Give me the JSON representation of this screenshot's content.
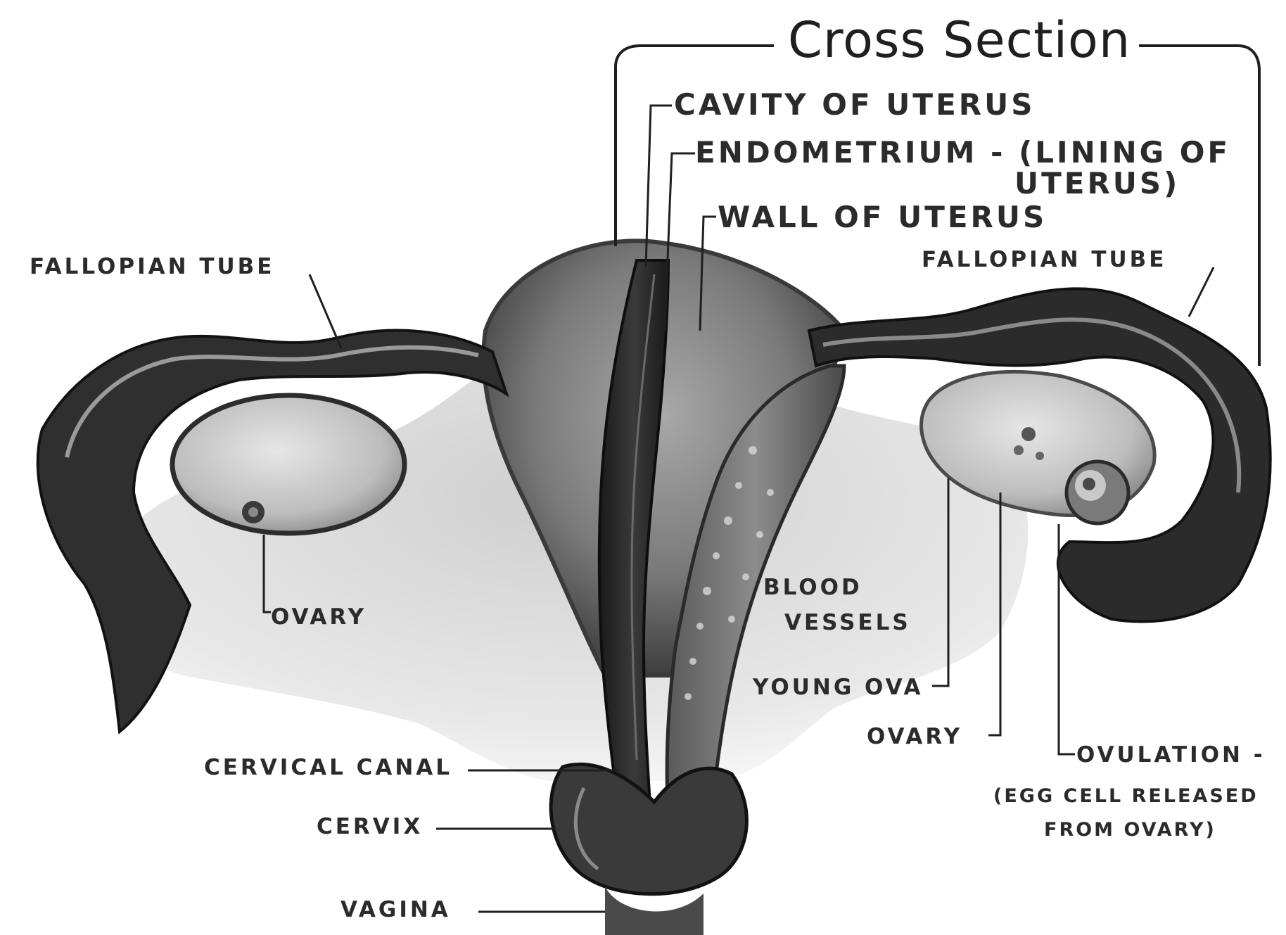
{
  "title": "Cross Section",
  "labels": {
    "cavity_of_uterus": "CAVITY OF UTERUS",
    "endometrium": "ENDOMETRIUM - (LINING OF",
    "endometrium_cont": "UTERUS)",
    "wall_of_uterus": "WALL OF UTERUS",
    "fallopian_tube_left": "FALLOPIAN TUBE",
    "fallopian_tube_right": "FALLOPIAN TUBE",
    "ovary_left": "OVARY",
    "blood_vessels_1": "BLOOD",
    "blood_vessels_2": "VESSELS",
    "young_ova": "YOUNG OVA",
    "ovary_right": "OVARY",
    "ovulation_1": "OVULATION -",
    "ovulation_2": "(EGG CELL RELEASED",
    "ovulation_3": "FROM OVARY)",
    "cervical_canal": "CERVICAL CANAL",
    "cervix": "CERVIX",
    "vagina": "VAGINA"
  },
  "colors": {
    "ink": "#1f1f1f",
    "tissue_dark": "#2a2a2a",
    "tissue_mid": "#6e6e6e",
    "tissue_light": "#bdbdbd",
    "background": "#ffffff"
  }
}
